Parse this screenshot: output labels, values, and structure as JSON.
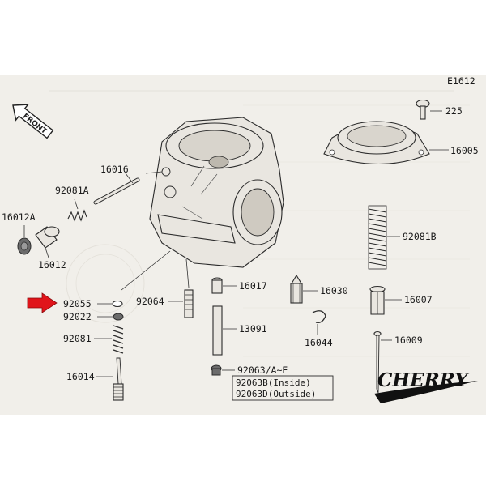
{
  "page_code": "E1612",
  "front_label": "FRONT",
  "watermark": "CHERRY",
  "colors": {
    "arrow": "#e0141a",
    "paper": "#f1efea",
    "brand": "#111111"
  },
  "parts": {
    "p225": "225",
    "p16005": "16005",
    "p16016": "16016",
    "p92081A": "92081A",
    "p16012A": "16012A",
    "p16012": "16012",
    "p92081B": "92081B",
    "p92055": "92055",
    "p92022": "92022",
    "p92064": "92064",
    "p16017": "16017",
    "p16030": "16030",
    "p16007": "16007",
    "p92081": "92081",
    "p13091": "13091",
    "p16044": "16044",
    "p16009": "16009",
    "p16014": "16014",
    "p92063": "92063/A~E",
    "p92063B": "92063B(Inside)",
    "p92063D": "92063D(Outside)"
  }
}
